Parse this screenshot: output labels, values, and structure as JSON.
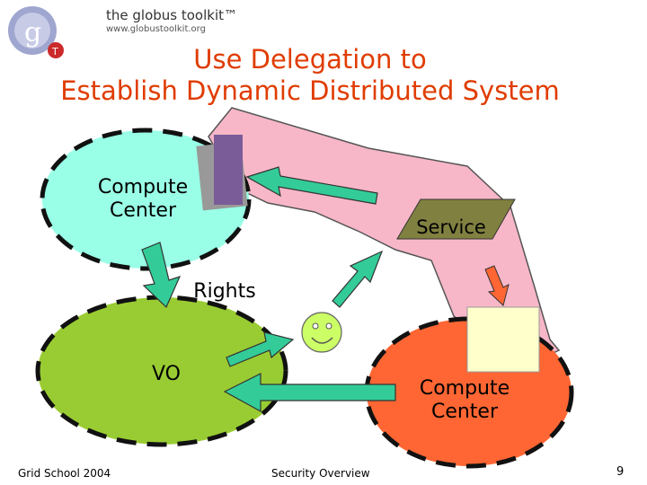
{
  "logo": {
    "name": "the globus toolkit™",
    "url": "www.globustoolkit.org"
  },
  "title": {
    "line1": "Use Delegation to",
    "line2": "Establish Dynamic Distributed System"
  },
  "diagram": {
    "compute_center_1": "Compute Center",
    "compute_center_2": "Compute Center",
    "service": "Service",
    "rights": "Rights",
    "vo": "VO"
  },
  "footer": {
    "left": "Grid School 2004",
    "center": "Security Overview",
    "page": "9"
  },
  "colors": {
    "title": "#e03c00",
    "compute_center_1_fill": "#99ffe6",
    "vo_fill": "#99cc33",
    "compute_center_2_fill": "#ff6633",
    "service_region": "#f7b7c8",
    "service_box": "#808040",
    "arrow_green": "#33cc99",
    "arrow_orange": "#ff6633",
    "credential": "#7a5c99"
  }
}
